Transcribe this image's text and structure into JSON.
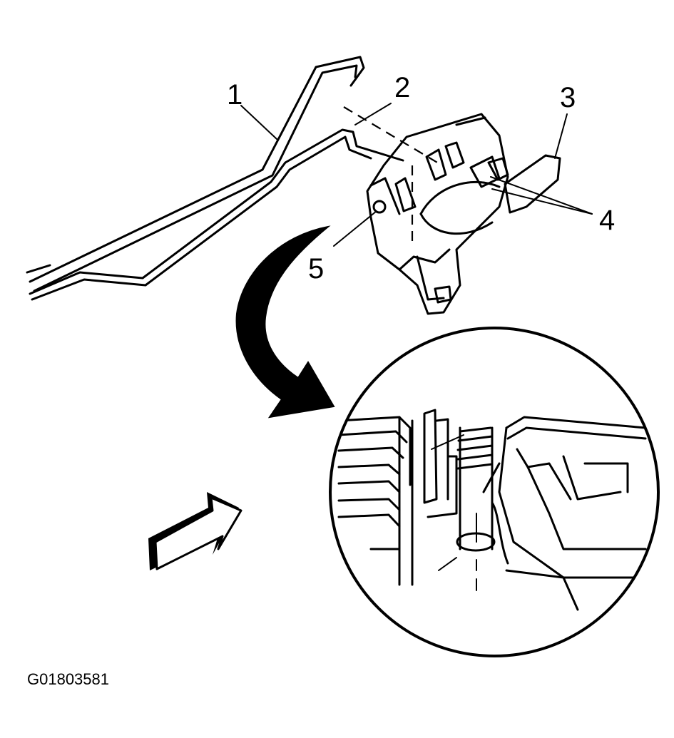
{
  "callouts": {
    "c1": "1",
    "c2": "2",
    "c3": "3",
    "c4": "4",
    "c5": "5"
  },
  "figure_id": "G01803581"
}
